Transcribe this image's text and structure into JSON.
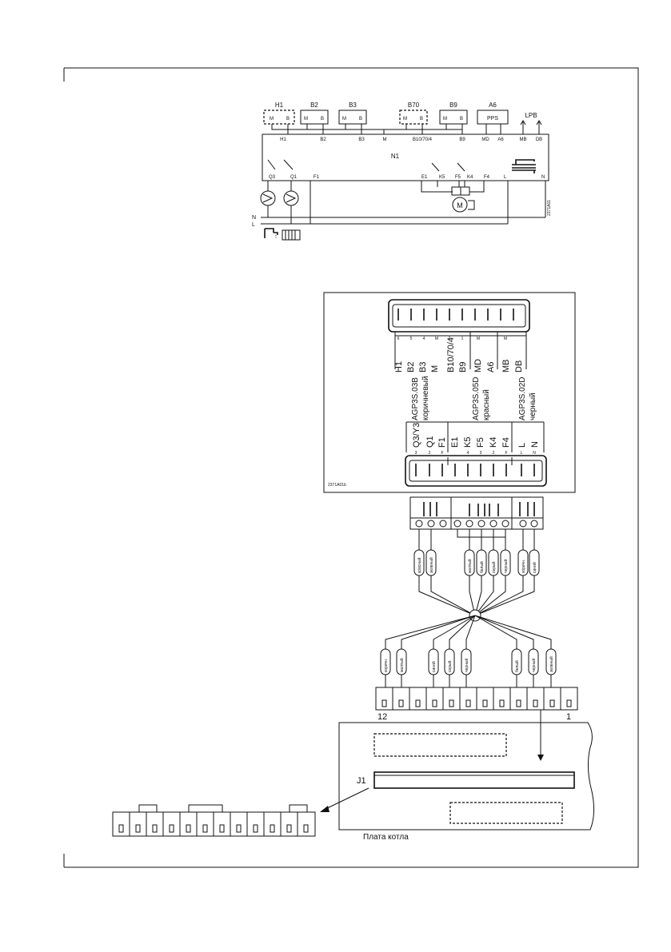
{
  "schematic": {
    "sensors": [
      "H1",
      "B2",
      "B3",
      "B70",
      "B9",
      "A6"
    ],
    "sensor_inner": [
      "M",
      "B"
    ],
    "pps": "PPS",
    "lpb": "LPB",
    "top_terms": [
      "H1",
      "B2",
      "B3",
      "M",
      "B10/70/4",
      "B9",
      "MD",
      "A6",
      "MB",
      "DB"
    ],
    "controller": "N1",
    "bottom_terms": [
      "Q3",
      "Q1",
      "F1",
      "E1",
      "K5",
      "F5",
      "K4",
      "F4",
      "L",
      "N"
    ],
    "n_label": "N",
    "l_label": "L",
    "motor": "M",
    "code": "2371A01"
  },
  "module": {
    "top_pin_numbers": [
      "6",
      "5",
      "4",
      "M",
      "2",
      "1",
      "M",
      "",
      "M",
      ""
    ],
    "top_labels": [
      "H1",
      "B2",
      "B3",
      "M",
      "B10/70/4",
      "B9",
      "MD",
      "A6",
      "MB",
      "DB"
    ],
    "connectors": [
      {
        "code": "AGP3S.03B",
        "color": "коричневый"
      },
      {
        "code": "AGP3S.05D",
        "color": "красный"
      },
      {
        "code": "AGP3S.02D",
        "color": "черный"
      }
    ],
    "bottom_labels": [
      "Q3/Y3",
      "Q1",
      "F1",
      "E1",
      "K5",
      "F5",
      "K4",
      "F4",
      "L",
      "N"
    ],
    "bottom_pin_numbers": [
      "3",
      "2",
      "F",
      "",
      "4",
      "3",
      "2",
      "F",
      "L",
      "N"
    ],
    "code": "2371A01b"
  },
  "harness": {
    "upper_wires": [
      "красный",
      "зеленый",
      "желтый",
      "белый",
      "серый",
      "черный",
      "коричн.",
      "синий"
    ],
    "lower_wires": [
      "коричн.",
      "желтый",
      "синий",
      "серый",
      "черный",
      "белый",
      "черный",
      "зеленый"
    ],
    "pin_start": "12",
    "pin_end": "1"
  },
  "board": {
    "connector": "J1",
    "caption": "Плата котла"
  }
}
